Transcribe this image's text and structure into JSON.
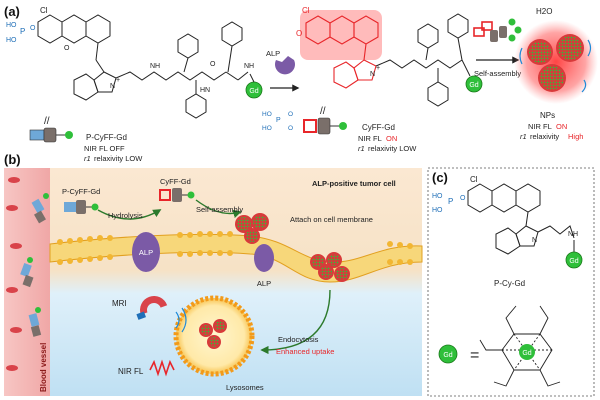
{
  "panel_a": {
    "label": "(a)",
    "left_molecule": {
      "name": "P-CyFF-Gd",
      "state_fl": "NIR FL OFF",
      "state_relax": "relaxivity LOW",
      "atoms": {
        "cl": "Cl",
        "p": "P",
        "ho1": "HO",
        "ho2": "HO",
        "o": "O",
        "nh1": "NH",
        "nh2": "NH",
        "hn": "HN",
        "n": "N",
        "plus": "+",
        "o2": "O",
        "o3": "O"
      }
    },
    "enzyme_label": "ALP",
    "phosphate_atoms": {
      "ho1": "HO",
      "ho2": "HO",
      "p": "P",
      "o1": "O",
      "o2": "O"
    },
    "middle_molecule": {
      "name": "CyFF-Gd",
      "state_fl_prefix": "NIR FL",
      "state_fl_value": "ON",
      "state_relax": "relaxivity LOW",
      "atoms": {
        "cl": "Cl",
        "o": "O",
        "n": "N",
        "plus": "+"
      }
    },
    "assembly_label": "Self-assembly",
    "water_label": "H2O",
    "nps": {
      "name": "NPs",
      "state_fl_prefix": "NIR FL",
      "state_fl_value": "ON",
      "state_relax_prefix": "relaxivity",
      "state_relax_value": "High"
    },
    "relax_symbol": "r1",
    "gd_badge": "Gd",
    "parallel_mark": "//"
  },
  "panel_b": {
    "label": "(b)",
    "vessel_label": "Blood vessel",
    "probe_label": "P-CyFF-Gd",
    "hydrolysis_label": "Hydrolysis",
    "product_label": "CyFF-Gd",
    "assembly_label": "Self-assembly",
    "cell_label": "ALP-positive tumor cell",
    "attach_label": "Attach on cell membrane",
    "alp_label_1": "ALP",
    "alp_label_2": "ALP",
    "mri_label": "MRI",
    "nirfl_label": "NIR FL",
    "endocytosis_label": "Endocytosis",
    "enhanced_label": "Enhanced uptake",
    "lysosome_label": "Lysosomes"
  },
  "panel_c": {
    "label": "(c)",
    "molecule_name": "P-Cy-Gd",
    "atoms": {
      "cl": "Cl",
      "p": "P",
      "ho1": "HO",
      "ho2": "HO",
      "o": "O",
      "n": "N",
      "nh": "NH"
    },
    "gd_badge": "Gd",
    "equals": "=",
    "gd_center": "Gd"
  },
  "colors": {
    "red": "#e8262a",
    "blue": "#1f6fb8",
    "membrane": "#f2b632",
    "alp": "#7b5aa6",
    "green": "#2fbf3a",
    "cell_bg": "#cfe6f5",
    "vessel": "#d9434a"
  }
}
